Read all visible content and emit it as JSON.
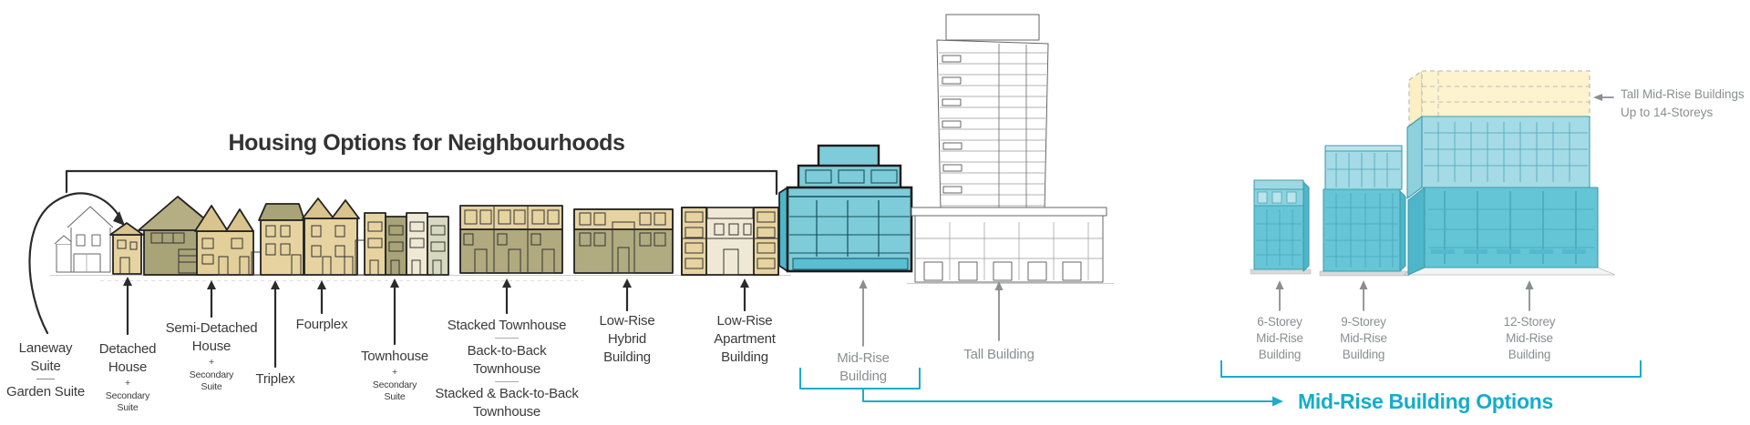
{
  "title": "Housing Options for Neighbourhoods",
  "housing_labels": {
    "laneway_garden": {
      "top": "Laneway\nSuite",
      "bottom": "Garden Suite"
    },
    "detached": {
      "main": "Detached\nHouse",
      "suffix": "+\nSecondary\nSuite"
    },
    "semi_detached": {
      "main": "Semi-Detached\nHouse",
      "suffix": "+\nSecondary\nSuite"
    },
    "triplex": "Triplex",
    "fourplex": "Fourplex",
    "townhouse": {
      "main": "Townhouse",
      "suffix": "+\nSecondary\nSuite"
    },
    "stacked_group": {
      "option1": "Stacked Townhouse",
      "option2": "Back-to-Back\nTownhouse",
      "option3": "Stacked & Back-to-Back\nTownhouse"
    },
    "low_rise_hybrid": "Low-Rise\nHybrid\nBuilding",
    "low_rise_apartment": "Low-Rise\nApartment\nBuilding",
    "mid_rise": "Mid-Rise\nBuilding",
    "tall_building": "Tall Building"
  },
  "mid_rise_options": {
    "storey6": "6-Storey\nMid-Rise\nBuilding",
    "storey9": "9-Storey\nMid-Rise\nBuilding",
    "storey12": "12-Storey\nMid-Rise\nBuilding",
    "tall_mid_rise_note": "Tall Mid-Rise Buildings\nUp to 14-Storeys",
    "heading": "Mid-Rise Building Options"
  },
  "colors": {
    "teal_accent": "#1badc9",
    "teal_building": "#7ecbd9",
    "teal_building_light": "#a5dbe6",
    "teal_building_dark": "#4db6ca",
    "yellow_phantom": "#fdf3cf",
    "tan": "#e6d3a0",
    "olive": "#a9a378",
    "sage": "#d6d8bf",
    "cream": "#efe8d4",
    "ink": "#2b2b2b",
    "gray_label": "#8b8e90"
  }
}
